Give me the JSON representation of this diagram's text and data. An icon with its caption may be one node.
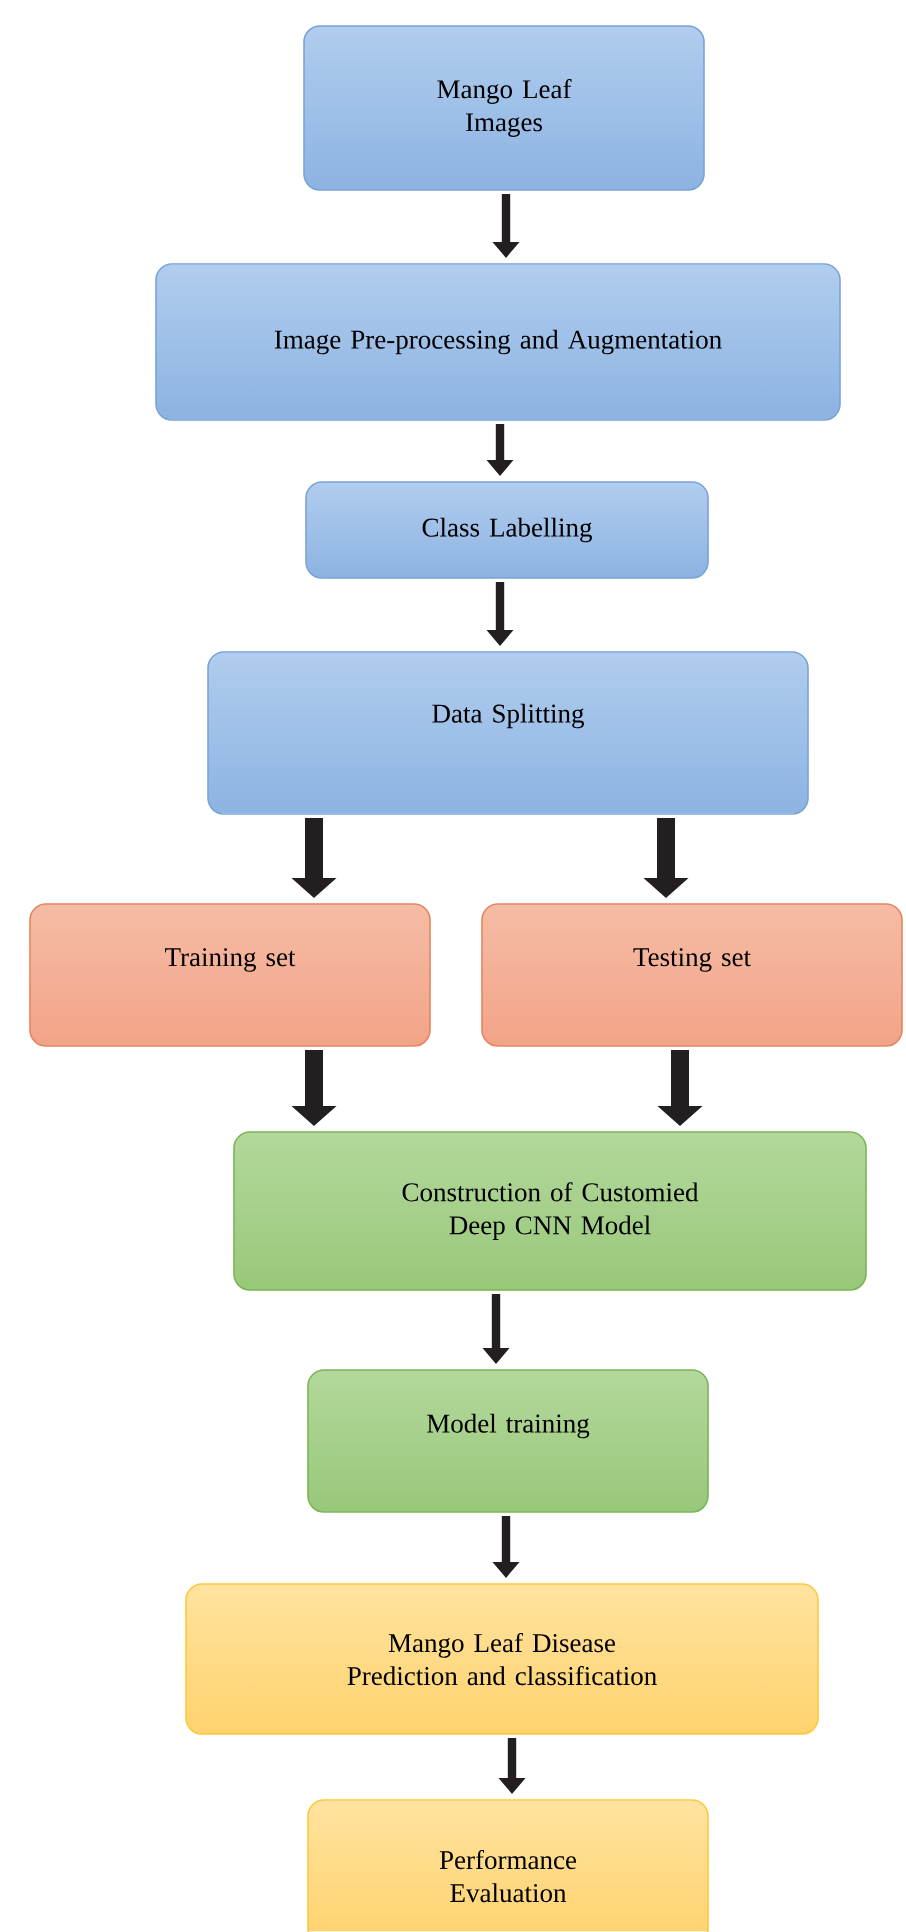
{
  "diagram": {
    "nodes": [
      {
        "text": [
          "Mango Leaf Images"
        ]
      },
      {
        "text": [
          "Image Pre-processing and Augmentation"
        ]
      },
      {
        "text": [
          "Class Labelling"
        ]
      },
      {
        "text": [
          "Data Splitting"
        ]
      },
      {
        "text": [
          "Training set"
        ]
      },
      {
        "text": [
          "Testing set"
        ]
      },
      {
        "text": [
          "Construction of Customied Deep CNN Model"
        ]
      },
      {
        "text": [
          "Model training"
        ]
      },
      {
        "text": [
          "Mango Leaf Disease Prediction and classification"
        ]
      },
      {
        "text": [
          "Performance Evaluation"
        ]
      }
    ],
    "edges": [
      {
        "from": 0,
        "to": 1,
        "arrow": "to"
      },
      {
        "from": 1,
        "to": 2,
        "arrow": "to"
      },
      {
        "from": 2,
        "to": 3,
        "arrow": "to"
      },
      {
        "from": 3,
        "to": 4,
        "arrow": "to",
        "style": "thick"
      },
      {
        "from": 3,
        "to": 5,
        "arrow": "to",
        "style": "thick"
      },
      {
        "from": 4,
        "to": 6,
        "arrow": "to",
        "style": "thick"
      },
      {
        "from": 5,
        "to": 6,
        "arrow": "to",
        "style": "thick"
      },
      {
        "from": 6,
        "to": 7,
        "arrow": "to"
      },
      {
        "from": 7,
        "to": 8,
        "arrow": "to"
      },
      {
        "from": 8,
        "to": 9,
        "arrow": "to"
      }
    ]
  }
}
